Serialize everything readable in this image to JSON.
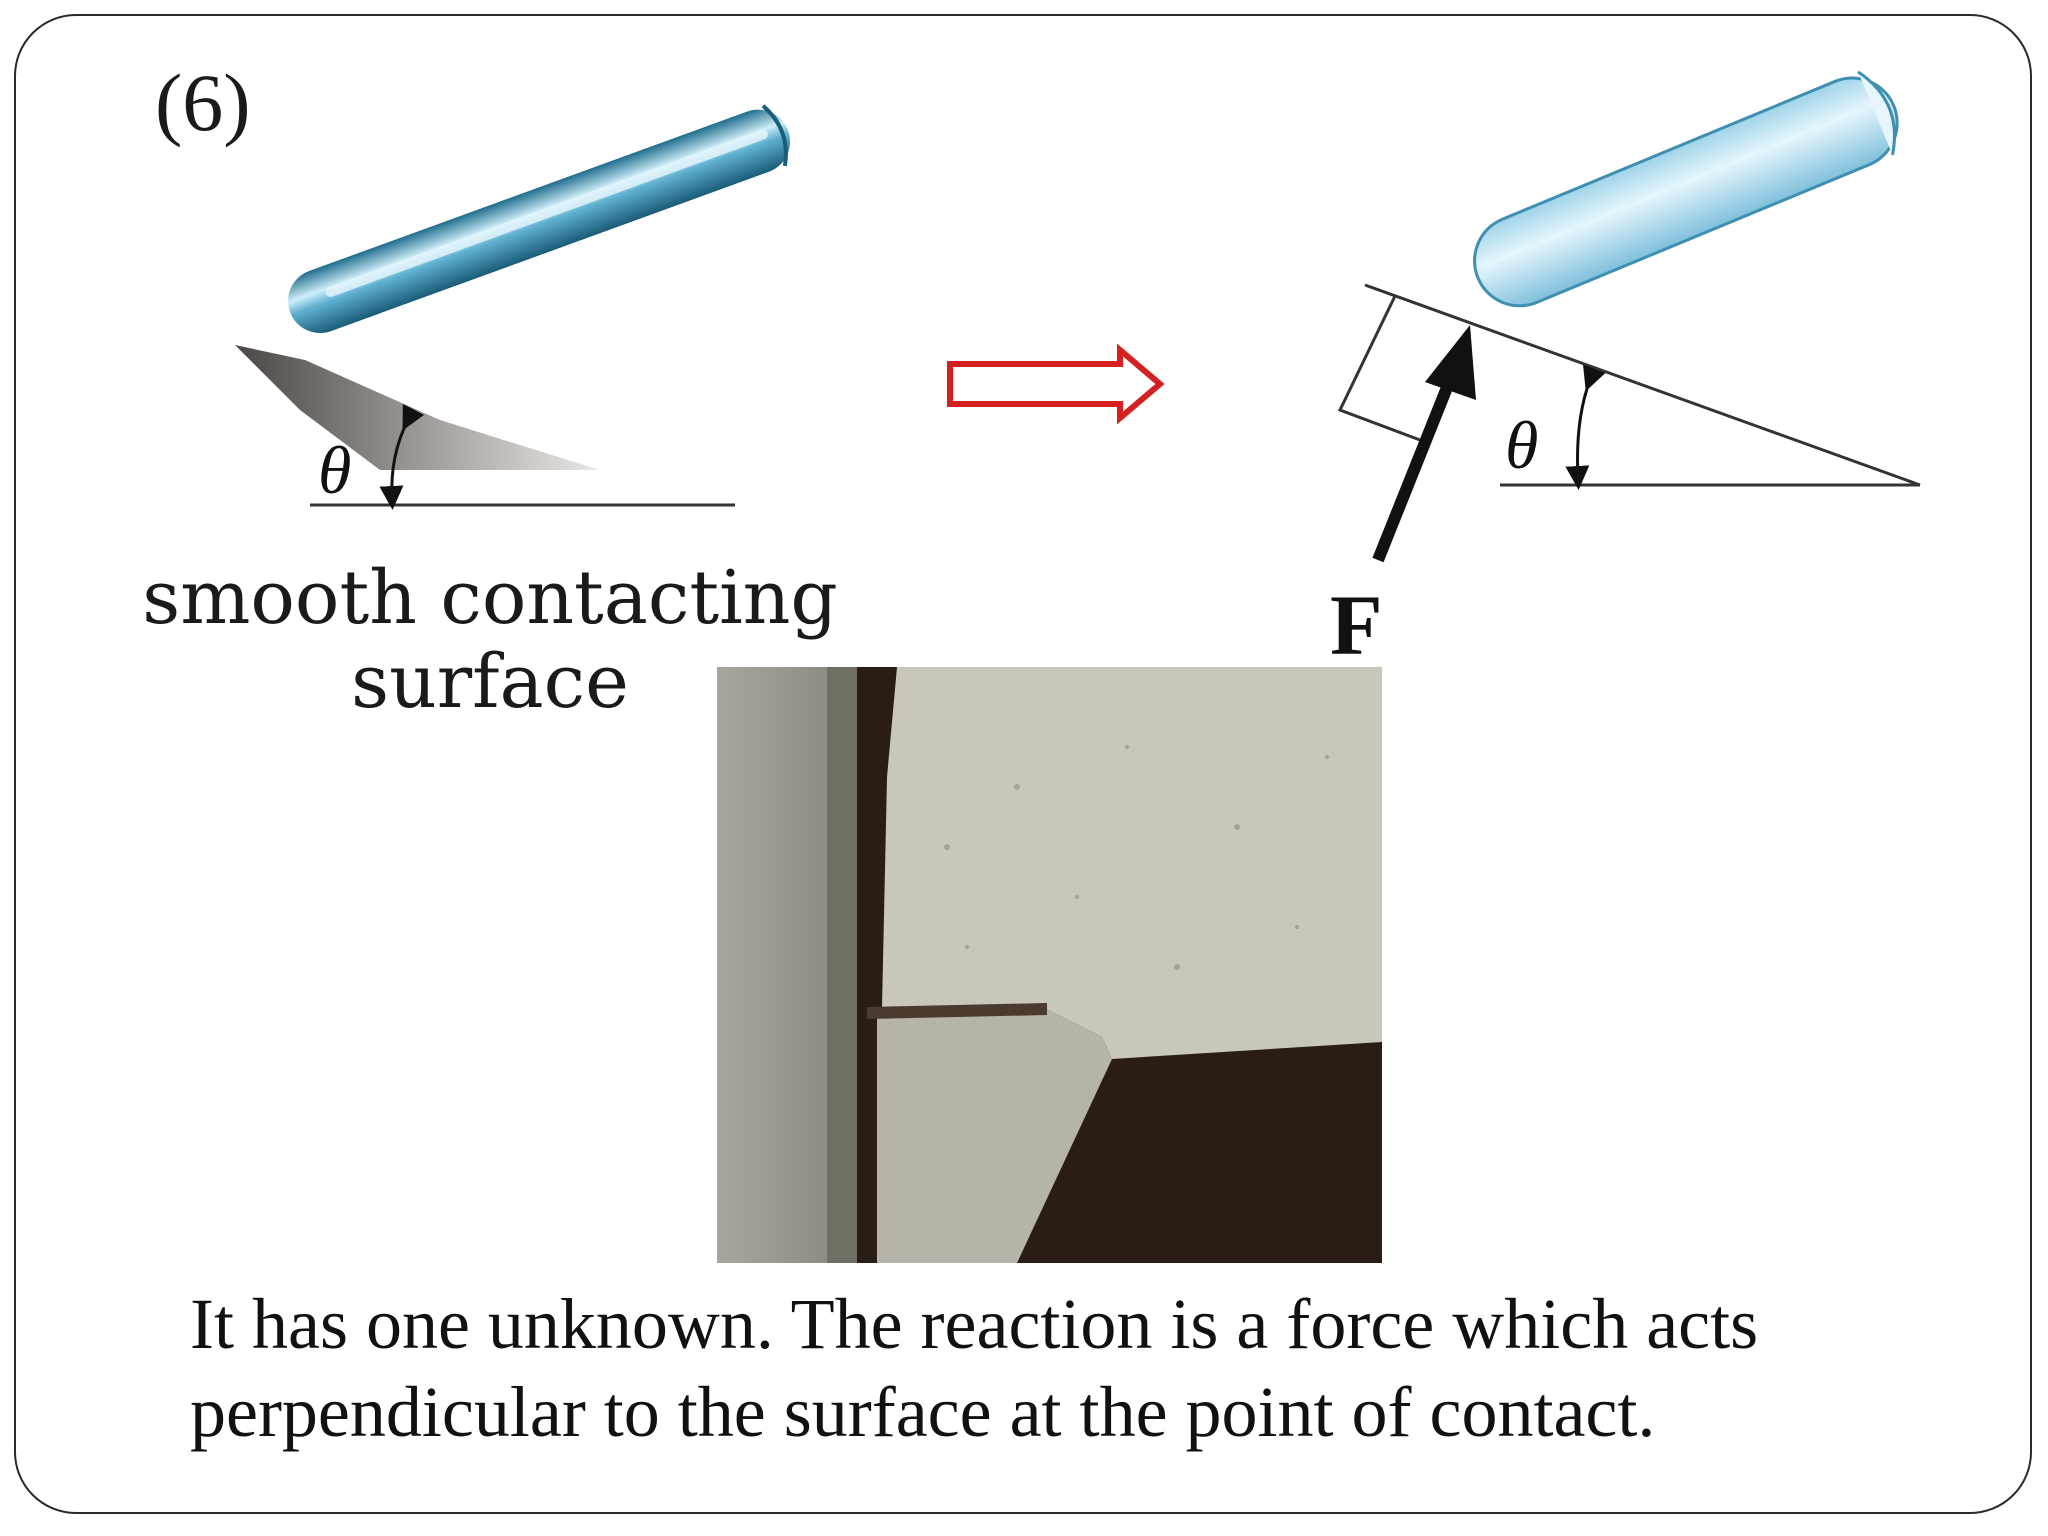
{
  "panel_label": "(6)",
  "left_diagram": {
    "angle_symbol": "θ",
    "caption_line1": "smooth contacting",
    "caption_line2": "surface"
  },
  "right_diagram": {
    "angle_symbol": "θ",
    "force_label": "F"
  },
  "body_text": "It has one unknown. The reaction is a force which acts perpendicular to the surface at the point of contact.",
  "colors": {
    "transition_arrow": "#d42020",
    "rod_highlight": "#e6f6fc",
    "rod_body": "#6fb9d6",
    "rod_dark": "#1f6d8c",
    "photo_concrete": "#c9c6bb",
    "photo_shadow": "#2a1d16"
  }
}
